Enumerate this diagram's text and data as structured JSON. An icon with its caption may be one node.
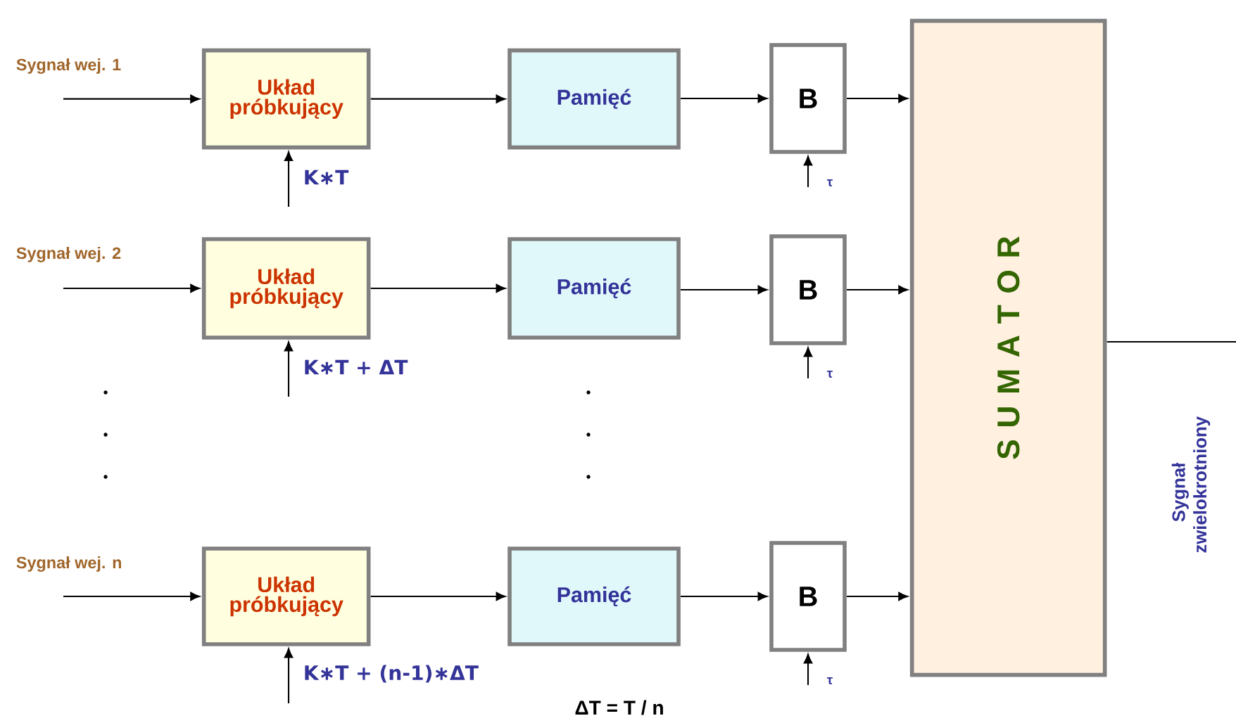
{
  "diagram": {
    "nodes": [
      {
        "text": [
          "Układ próbkujący"
        ]
      },
      {
        "text": [
          "Pamięć"
        ]
      },
      {
        "text": [
          "B"
        ]
      },
      {
        "text": [
          "Układ próbkujący"
        ]
      },
      {
        "text": [
          "Pamięć"
        ]
      },
      {
        "text": [
          "B"
        ]
      },
      {
        "text": [
          "Układ próbkujący"
        ]
      },
      {
        "text": [
          "Pamięć"
        ]
      },
      {
        "text": [
          "B"
        ]
      },
      {
        "text": [
          "S U M A T O R"
        ]
      }
    ],
    "edges": [
      {
        "from": null,
        "to": 0,
        "arrow": "to",
        "label": "Sygnał wej. 1"
      },
      {
        "from": null,
        "to": 0,
        "arrow": "to",
        "label": "K∗T"
      },
      {
        "from": 0,
        "to": 1,
        "arrow": "to"
      },
      {
        "from": 1,
        "to": 2,
        "arrow": "to"
      },
      {
        "from": null,
        "to": 2,
        "arrow": "to",
        "label": "τ"
      },
      {
        "from": 2,
        "to": 9,
        "arrow": "to"
      },
      {
        "from": null,
        "to": 3,
        "arrow": "to",
        "label": "Sygnał wej. 2"
      },
      {
        "from": null,
        "to": 3,
        "arrow": "to",
        "label": "K∗T + ΔT"
      },
      {
        "from": 3,
        "to": 4,
        "arrow": "to"
      },
      {
        "from": 4,
        "to": 5,
        "arrow": "to"
      },
      {
        "from": null,
        "to": 5,
        "arrow": "to",
        "label": "τ"
      },
      {
        "from": 5,
        "to": 9,
        "arrow": "to"
      },
      {
        "from": null,
        "to": 6,
        "arrow": "to",
        "label": "Sygnał wej. n"
      },
      {
        "from": null,
        "to": 6,
        "arrow": "to",
        "label": "K∗T + (n-1)∗ΔT"
      },
      {
        "from": 6,
        "to": 7,
        "arrow": "to"
      },
      {
        "from": 7,
        "to": 8,
        "arrow": "to"
      },
      {
        "from": null,
        "to": 8,
        "arrow": "to",
        "label": "τ"
      },
      {
        "from": 8,
        "to": 9,
        "arrow": "to"
      },
      {
        "from": 9,
        "to": null,
        "arrow": "none",
        "label": "Sygnał zwielokrotniony"
      }
    ],
    "labels": [
      "ΔT = T / n"
    ]
  }
}
